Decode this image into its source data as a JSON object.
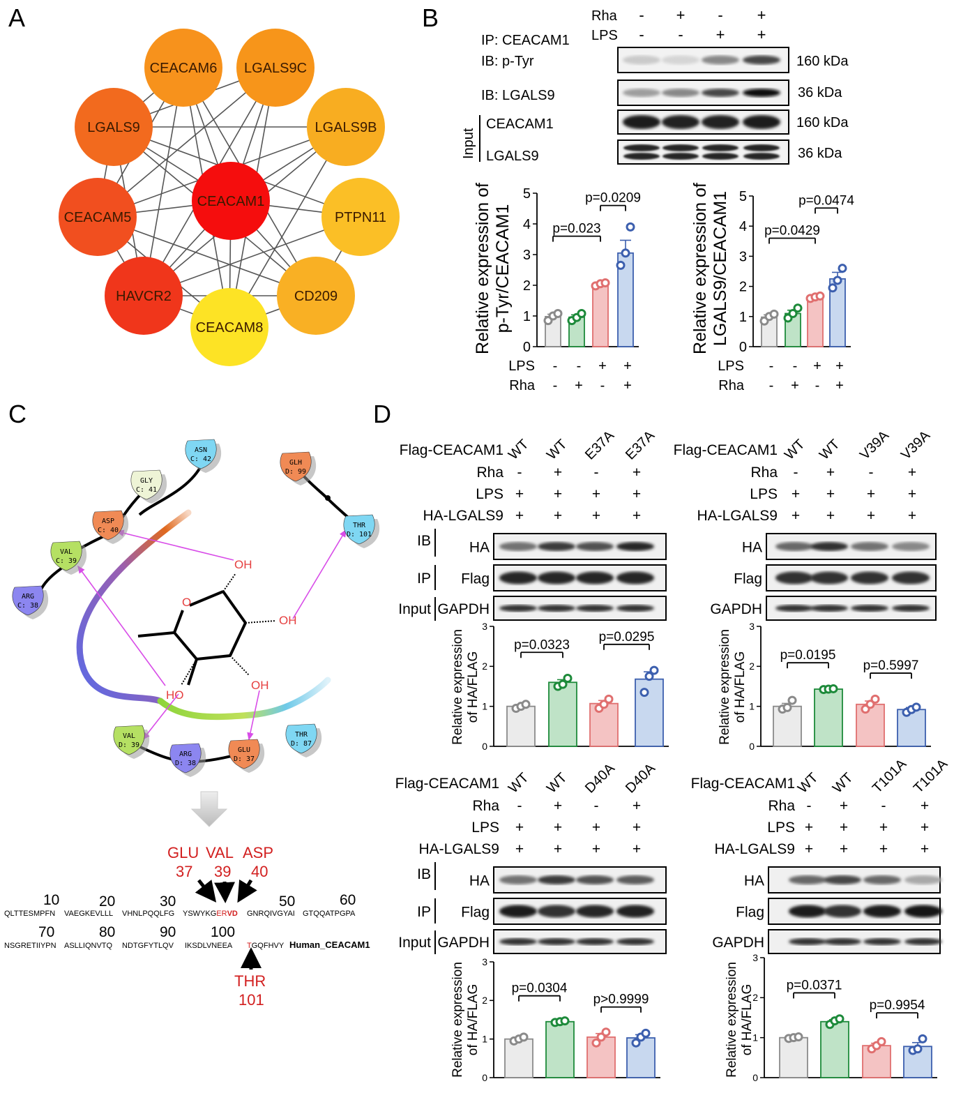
{
  "panel_letters": {
    "a": "A",
    "b": "B",
    "c": "C",
    "d": "D"
  },
  "network": {
    "nodes": [
      {
        "id": "CEACAM1",
        "color": "#f50d0d"
      },
      {
        "id": "CEACAM6",
        "color": "#f7921c"
      },
      {
        "id": "LGALS9C",
        "color": "#f7951a"
      },
      {
        "id": "LGALS9",
        "color": "#f26a1e"
      },
      {
        "id": "LGALS9B",
        "color": "#f8ad21"
      },
      {
        "id": "CEACAM5",
        "color": "#f14f1f"
      },
      {
        "id": "PTPN11",
        "color": "#fbbf26"
      },
      {
        "id": "HAVCR2",
        "color": "#f0361b"
      },
      {
        "id": "CD209",
        "color": "#f9b024"
      },
      {
        "id": "CEACAM8",
        "color": "#fde325"
      }
    ]
  },
  "blot_b": {
    "ip_label": "IP: CEACAM1",
    "row_labels": [
      "Rha",
      "LPS"
    ],
    "rha": [
      "-",
      "+",
      "-",
      "+"
    ],
    "lps": [
      "-",
      "-",
      "+",
      "+"
    ],
    "ib1": "IB: p-Tyr",
    "ib2": "IB: LGALS9",
    "input_label": "Input",
    "input1": "CEACAM1",
    "input2": "LGALS9",
    "kda": [
      "160 kDa",
      "36 kDa",
      "160 kDa",
      "36 kDa"
    ]
  },
  "chart_data": [
    {
      "type": "bar",
      "panel": "B",
      "ylabel": "Relative expression of p-Tyr/CEACAM1",
      "ylim": [
        0,
        5
      ],
      "ticks": [
        0,
        1,
        2,
        3,
        4,
        5
      ],
      "values": [
        0.98,
        0.96,
        2.02,
        3.05
      ],
      "points": [
        [
          0.85,
          1.0,
          1.08
        ],
        [
          0.85,
          0.95,
          1.08
        ],
        [
          1.98,
          2.05,
          2.08
        ],
        [
          2.65,
          3.05,
          3.9
        ]
      ],
      "x_rows": [
        {
          "label": "LPS",
          "marks": [
            "-",
            "-",
            "+",
            "+"
          ]
        },
        {
          "label": "Rha",
          "marks": [
            "-",
            "+",
            "-",
            "+"
          ]
        }
      ],
      "brackets": [
        {
          "a": 0,
          "b": 2,
          "text": "p=0.023"
        },
        {
          "a": 2,
          "b": 3,
          "text": "p=0.0209"
        }
      ]
    },
    {
      "type": "bar",
      "panel": "B",
      "ylabel": "Relative expression of LGALS9/CEACAM1",
      "ylim": [
        0,
        5
      ],
      "ticks": [
        0,
        1,
        2,
        3,
        4,
        5
      ],
      "values": [
        0.98,
        1.1,
        1.65,
        2.25
      ],
      "points": [
        [
          0.85,
          1.0,
          1.08
        ],
        [
          0.95,
          1.1,
          1.28
        ],
        [
          1.6,
          1.65,
          1.68
        ],
        [
          1.95,
          2.2,
          2.6
        ]
      ],
      "x_rows": [
        {
          "label": "LPS",
          "marks": [
            "-",
            "-",
            "+",
            "+"
          ]
        },
        {
          "label": "Rha",
          "marks": [
            "-",
            "+",
            "-",
            "+"
          ]
        }
      ],
      "brackets": [
        {
          "a": 0,
          "b": 2,
          "text": "p=0.0429"
        },
        {
          "a": 2,
          "b": 3,
          "text": "p=0.0474"
        }
      ]
    },
    {
      "type": "bar",
      "panel": "D",
      "mut": "E37A",
      "ylabel": "Relative expression of HA/FLAG",
      "ylim": [
        0,
        3
      ],
      "ticks": [
        0,
        1,
        2,
        3
      ],
      "values": [
        1.0,
        1.6,
        1.07,
        1.68
      ],
      "points": [
        [
          0.95,
          1.0,
          1.05
        ],
        [
          1.5,
          1.55,
          1.7
        ],
        [
          0.95,
          1.05,
          1.18
        ],
        [
          1.35,
          1.75,
          1.9
        ]
      ],
      "brackets": [
        {
          "a": 0,
          "b": 1,
          "text": "p=0.0323"
        },
        {
          "a": 2,
          "b": 3,
          "text": "p=0.0295"
        }
      ]
    },
    {
      "type": "bar",
      "panel": "D",
      "mut": "V39A",
      "ylabel": "Relative expression of HA/FLAG",
      "ylim": [
        0,
        3
      ],
      "ticks": [
        0,
        1,
        2,
        3
      ],
      "values": [
        1.0,
        1.43,
        1.05,
        0.92
      ],
      "points": [
        [
          0.93,
          0.97,
          1.15
        ],
        [
          1.42,
          1.43,
          1.44
        ],
        [
          0.93,
          1.05,
          1.18
        ],
        [
          0.85,
          0.92,
          0.98
        ]
      ],
      "brackets": [
        {
          "a": 0,
          "b": 1,
          "text": "p=0.0195"
        },
        {
          "a": 2,
          "b": 3,
          "text": "p=0.5997"
        }
      ]
    },
    {
      "type": "bar",
      "panel": "D",
      "mut": "D40A",
      "ylabel": "Relative expression of HA/FLAG",
      "ylim": [
        0,
        3
      ],
      "ticks": [
        0,
        1,
        2,
        3
      ],
      "values": [
        1.0,
        1.45,
        1.05,
        1.03
      ],
      "points": [
        [
          0.95,
          1.0,
          1.05
        ],
        [
          1.43,
          1.45,
          1.47
        ],
        [
          0.9,
          1.05,
          1.18
        ],
        [
          0.9,
          1.05,
          1.15
        ]
      ],
      "brackets": [
        {
          "a": 0,
          "b": 1,
          "text": "p=0.0304"
        },
        {
          "a": 2,
          "b": 3,
          "text": "p>0.9999"
        }
      ]
    },
    {
      "type": "bar",
      "panel": "D",
      "mut": "T101A",
      "ylabel": "Relative expression of HA/FLAG",
      "ylim": [
        0,
        3
      ],
      "ticks": [
        0,
        1,
        2,
        3
      ],
      "values": [
        1.0,
        1.4,
        0.8,
        0.78
      ],
      "points": [
        [
          0.98,
          1.0,
          1.02
        ],
        [
          1.33,
          1.42,
          1.47
        ],
        [
          0.72,
          0.8,
          0.9
        ],
        [
          0.68,
          0.72,
          0.97
        ]
      ],
      "brackets": [
        {
          "a": 0,
          "b": 1,
          "text": "p=0.0371"
        },
        {
          "a": 2,
          "b": 3,
          "text": "p=0.9954"
        }
      ]
    }
  ],
  "panel_d_blots": [
    {
      "mut": "E37A",
      "labels": [
        "WT",
        "WT",
        "E37A",
        "E37A"
      ]
    },
    {
      "mut": "V39A",
      "labels": [
        "WT",
        "WT",
        "V39A",
        "V39A"
      ]
    },
    {
      "mut": "D40A",
      "labels": [
        "WT",
        "WT",
        "D40A",
        "D40A"
      ]
    },
    {
      "mut": "T101A",
      "labels": [
        "WT",
        "WT",
        "T101A",
        "T101A"
      ]
    }
  ],
  "panel_d_text": {
    "flag": "Flag-CEACAM1",
    "rha": "Rha",
    "lps": "LPS",
    "ha_lgals9": "HA-LGALS9",
    "rha_marks": [
      "-",
      "+",
      "-",
      "+"
    ],
    "lps_marks": [
      "+",
      "+",
      "+",
      "+"
    ],
    "ha_marks": [
      "+",
      "+",
      "+",
      "+"
    ],
    "ib": "IB",
    "ip": "IP",
    "input": "Input",
    "ha": "HA",
    "flag_band": "Flag",
    "gapdh": "GAPDH"
  },
  "docking": {
    "residues": [
      {
        "name": "ASN",
        "chain": "C: 42",
        "color": "#7fd7f3"
      },
      {
        "name": "GLY",
        "chain": "C: 41",
        "color": "#eef4d6"
      },
      {
        "name": "ASP",
        "chain": "C: 40",
        "color": "#f08a55"
      },
      {
        "name": "VAL",
        "chain": "C: 39",
        "color": "#b5e063"
      },
      {
        "name": "ARG",
        "chain": "C: 38",
        "color": "#8c86f0"
      },
      {
        "name": "GLH",
        "chain": "D: 99",
        "color": "#f08a55"
      },
      {
        "name": "THR",
        "chain": "D: 101",
        "color": "#7fd7f3"
      },
      {
        "name": "VAL",
        "chain": "D: 39",
        "color": "#b5e063"
      },
      {
        "name": "ARG",
        "chain": "D: 38",
        "color": "#8c86f0"
      },
      {
        "name": "GLU",
        "chain": "D: 37",
        "color": "#f08a55"
      },
      {
        "name": "THR",
        "chain": "D: 87",
        "color": "#7fd7f3"
      }
    ],
    "ligand_labels": {
      "o": "O",
      "oh1": "OH",
      "oh2": "OH",
      "oh3": "OH",
      "ho": "HO"
    }
  },
  "sequence": {
    "top_labels": {
      "glu": "GLU",
      "glu_n": "37",
      "val": "VAL",
      "val_n": "39",
      "asp": "ASP",
      "asp_n": "40"
    },
    "row1_numbers": [
      "10",
      "20",
      "30",
      "50",
      "60"
    ],
    "row1": [
      "QLTTESMPFN",
      "VAEGKEVLLL",
      "VHNLPQQLFG"
    ],
    "row1_mid_a": "YSWYKG",
    "row1_mid_red": "ER",
    "row1_mid_b": "VD",
    "row1_end": [
      "GNRQIVGYAI",
      "GTQQATPGPA"
    ],
    "row2_numbers": [
      "70",
      "80",
      "90",
      "100"
    ],
    "row2": [
      "NSGRETIIYPN",
      "ASLLIQNVTQ",
      "NDTGFYTLQV",
      "IKSDLVNEEA"
    ],
    "row2_red": "T",
    "row2_tail": "GQFHVY",
    "species": "Human_CEACAM1",
    "thr": "THR",
    "thr_n": "101"
  }
}
